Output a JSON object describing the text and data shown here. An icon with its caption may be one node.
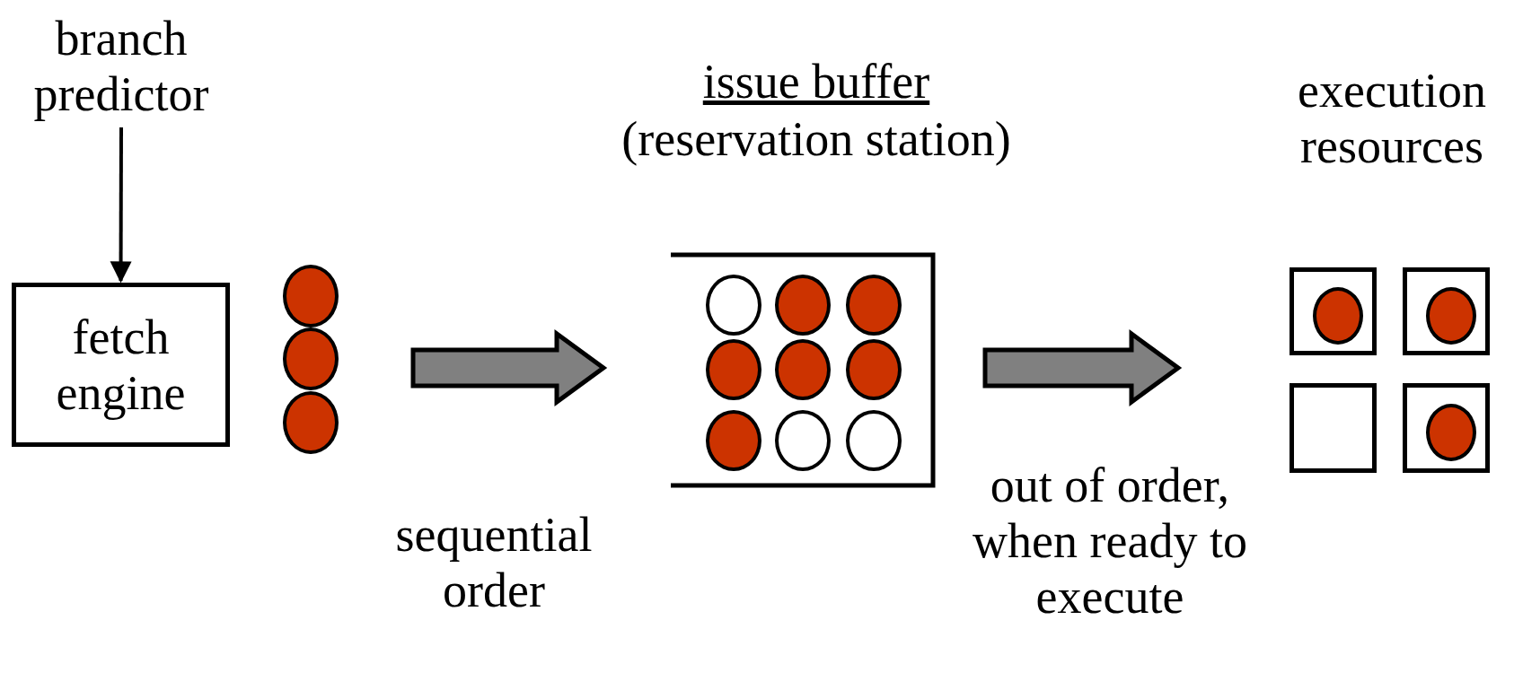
{
  "diagram": {
    "nodes": [
      {
        "text": [
          "branch predictor"
        ]
      },
      {
        "text": [
          "fetch engine"
        ]
      },
      {
        "text": [],
        "shape": "circle"
      },
      {
        "text": [],
        "shape": "circle"
      },
      {
        "text": [],
        "shape": "circle"
      },
      {
        "text": [
          "issue buffer",
          "(reservation station)"
        ]
      },
      {
        "text": [],
        "shape": "circle",
        "in": 5
      },
      {
        "text": [],
        "shape": "circle",
        "in": 5
      },
      {
        "text": [],
        "shape": "circle",
        "in": 5
      },
      {
        "text": [],
        "shape": "circle",
        "in": 5
      },
      {
        "text": [],
        "shape": "circle",
        "in": 5
      },
      {
        "text": [],
        "shape": "circle",
        "in": 5
      },
      {
        "text": [],
        "shape": "circle",
        "in": 5
      },
      {
        "text": [],
        "shape": "circle",
        "in": 5
      },
      {
        "text": [],
        "shape": "circle",
        "in": 5
      },
      {
        "text": [
          "execution resources"
        ]
      },
      {
        "text": [],
        "shape": "box"
      },
      {
        "text": [],
        "shape": "circle",
        "in": 16
      },
      {
        "text": [],
        "shape": "box"
      },
      {
        "text": [],
        "shape": "circle",
        "in": 18
      },
      {
        "text": [],
        "shape": "box"
      },
      {
        "text": [],
        "shape": "box"
      },
      {
        "text": [],
        "shape": "circle",
        "in": 21
      }
    ],
    "edges": [
      {
        "from": 0,
        "to": 1,
        "arrow": "to"
      },
      {
        "from": null,
        "to": 5,
        "arrow": "to",
        "label": "sequential order",
        "style": "thick",
        "color": "#808080"
      },
      {
        "from": 5,
        "to": null,
        "arrow": "to",
        "label": "out of order, when ready to execute",
        "style": "thick",
        "color": "#808080"
      }
    ]
  }
}
